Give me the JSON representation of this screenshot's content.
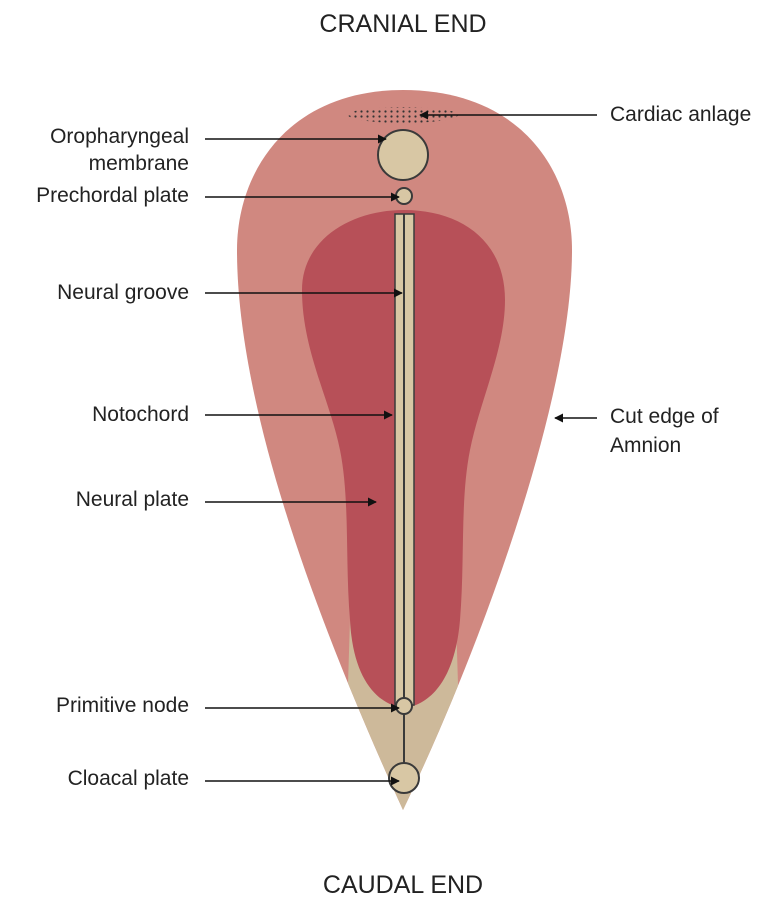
{
  "titles": {
    "top": "CRANIAL END",
    "bottom": "CAUDAL END"
  },
  "labels": {
    "oropharyngeal_1": "Oropharyngeal",
    "oropharyngeal_2": "membrane",
    "prechordal": "Prechordal plate",
    "neural_groove": "Neural groove",
    "notochord": "Notochord",
    "neural_plate": "Neural plate",
    "primitive_node": "Primitive node",
    "cloacal_plate": "Cloacal plate",
    "cardiac_anlage": "Cardiac anlage",
    "cut_edge_1": "Cut edge of",
    "cut_edge_2": "Amnion"
  },
  "colors": {
    "embryo_disc": "#d08880",
    "neural_plate": "#b75058",
    "tan": "#d8c7a4",
    "caudal_tan": "#cdb99a",
    "outline": "#3a3a3a"
  }
}
